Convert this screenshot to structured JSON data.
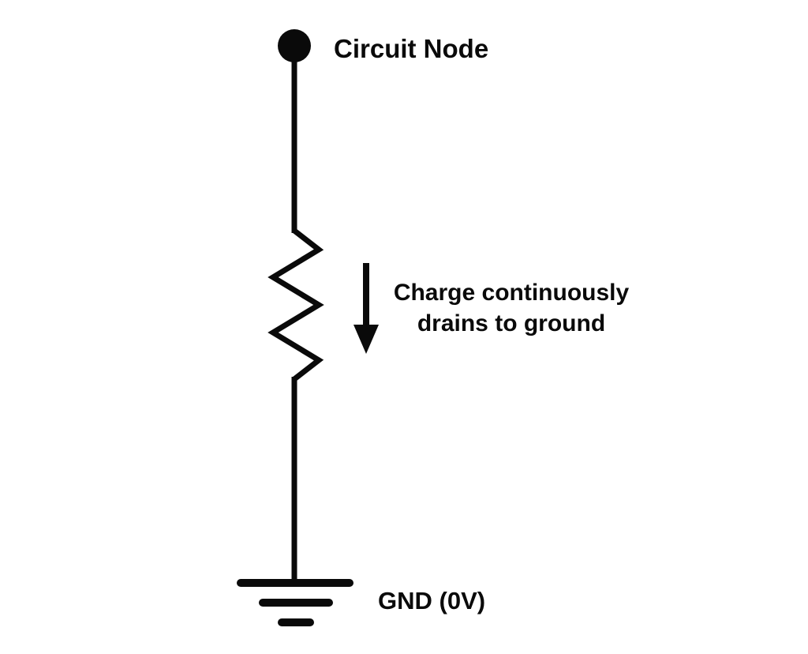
{
  "page": {
    "background_color": "#ffffff",
    "ink_color": "#0a0a0a"
  },
  "diagram": {
    "type": "circuit-schematic",
    "labels": {
      "node": "Circuit Node",
      "annotation_line1": "Charge continuously",
      "annotation_line2": "drains to ground",
      "ground": "GND (0V)"
    },
    "icons": {
      "node_dot": "filled-circle-terminal",
      "resistor": "zigzag-resistor",
      "current_arrow": "downward-arrow",
      "ground_symbol": "earth-ground-three-bars"
    },
    "topology": "Circuit node connects through a resistor to ground; arrow indicates charge flow direction from node to ground (0V)."
  }
}
